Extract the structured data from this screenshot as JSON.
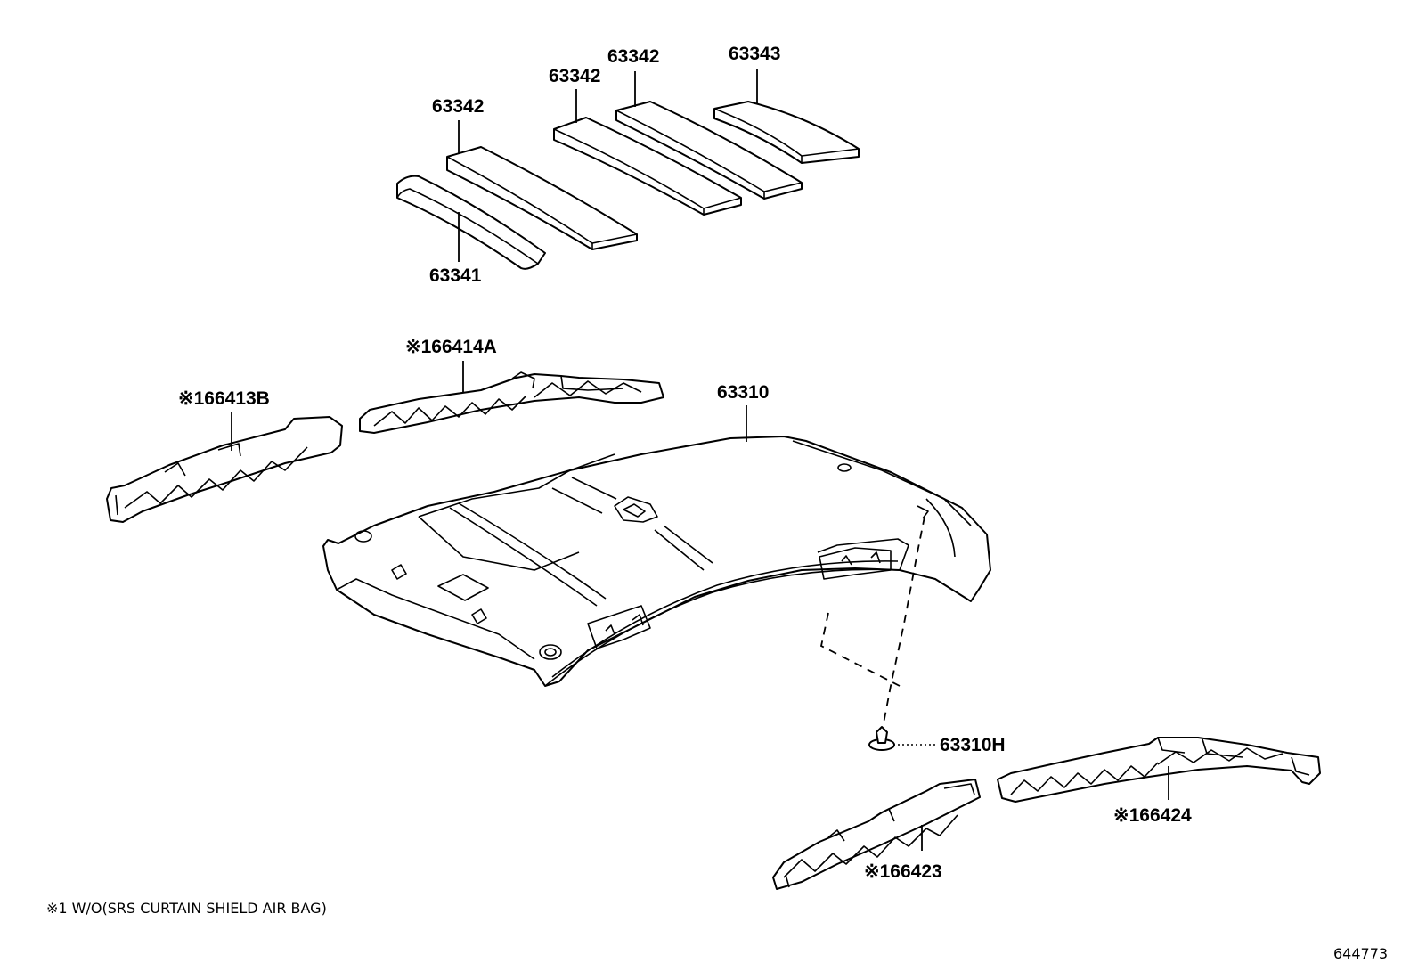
{
  "callouts": {
    "part_63341": "63341",
    "part_63342_a": "63342",
    "part_63342_b": "63342",
    "part_63342_c": "63342",
    "part_63343": "63343",
    "part_66413b": "※166413B",
    "part_66414a": "※166414A",
    "part_63310": "63310",
    "part_63310h": "63310H",
    "part_66423": "※166423",
    "part_66424": "※166424"
  },
  "footnote": "※1 W/O(SRS CURTAIN SHIELD AIR BAG)",
  "diagram_ref": "644773"
}
